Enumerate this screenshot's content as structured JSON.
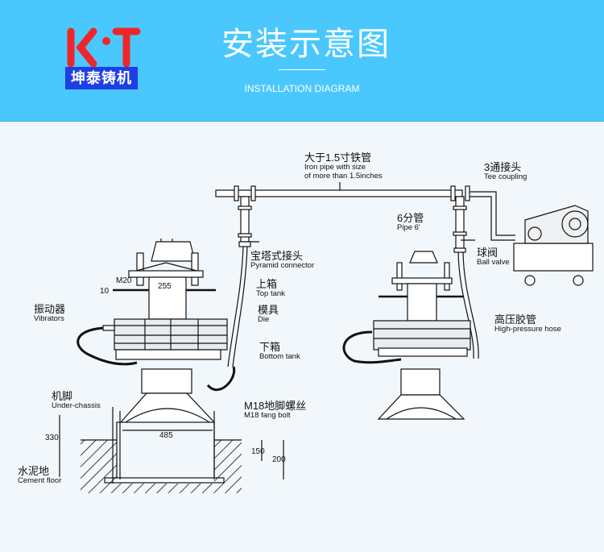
{
  "header": {
    "logo_letters": "KT",
    "brand_name": "坤泰铸机",
    "title": "安装示意图",
    "subtitle": "INSTALLATION DIAGRAM",
    "colors": {
      "banner": "#4ac8fe",
      "logo_red": "#f0252a",
      "brand_band": "#1f3fe6",
      "background": "#f2f7fb"
    }
  },
  "labels": {
    "iron_pipe": {
      "cn": "大于1.5寸铁管",
      "en1": "Iron pipe with size",
      "en2": "of more than 1.5inches"
    },
    "tee_coupling": {
      "cn": "3通接头",
      "en": "Tee coupling"
    },
    "pipe6": {
      "cn": "6分管",
      "en": "Pipe 6'"
    },
    "ball_valve": {
      "cn": "球阀",
      "en": "Ball valve"
    },
    "pyramid_connector": {
      "cn": "宝塔式接头",
      "en": "Pyramid connector"
    },
    "top_tank": {
      "cn": "上箱",
      "en": "Top tank"
    },
    "die": {
      "cn": "模具",
      "en": "Die"
    },
    "bottom_tank": {
      "cn": "下箱",
      "en": "Bottom tank"
    },
    "vibrators": {
      "cn": "振动器",
      "en": "Vibrators"
    },
    "high_pressure_hose": {
      "cn": "高压胶管",
      "en": "High-pressure hose"
    },
    "under_chassis": {
      "cn": "机脚",
      "en": "Under-chassis"
    },
    "fang_bolt": {
      "cn": "M18地脚螺丝",
      "en": "M18 fang bolt"
    },
    "cement_floor": {
      "cn": "水泥地",
      "en": "Cement floor"
    }
  },
  "dimensions": {
    "bolt": "M20",
    "plate_thickness": "10",
    "bolt_spacing": "255",
    "chassis_height": "330",
    "base_width": "485",
    "pit_upper": "150",
    "pit_depth": "200"
  }
}
